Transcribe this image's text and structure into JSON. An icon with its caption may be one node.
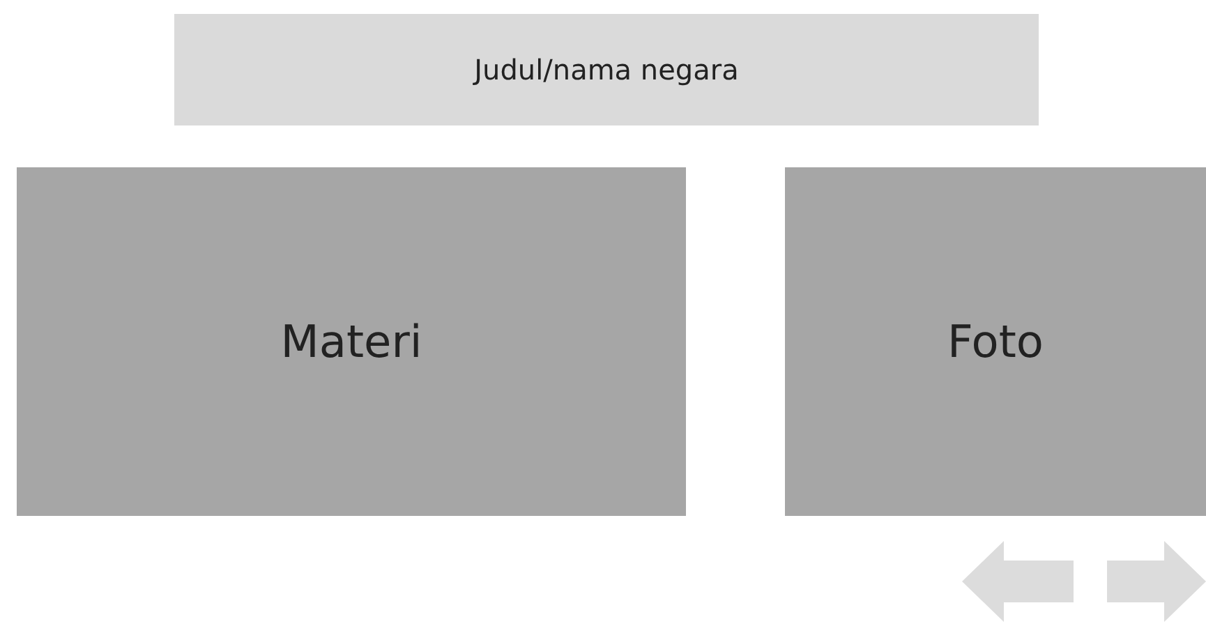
{
  "diagram": {
    "nodes": [
      {
        "text": [
          "Judul/nama negara"
        ]
      },
      {
        "text": [
          "Materi"
        ]
      },
      {
        "text": [
          "Foto"
        ]
      }
    ]
  }
}
